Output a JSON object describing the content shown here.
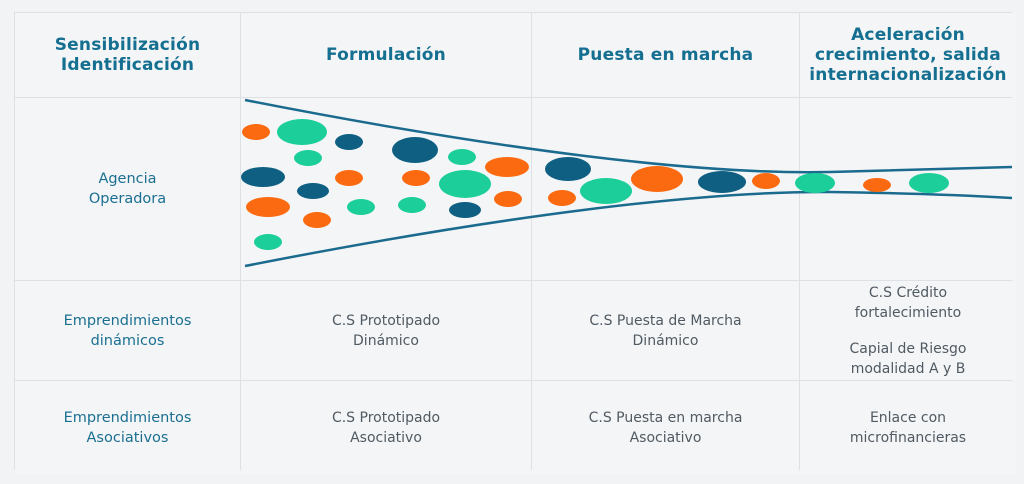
{
  "headers": [
    {
      "line1": "Sensibilización",
      "line2": "Identificación"
    },
    {
      "line1": "Formulación"
    },
    {
      "line1": "Puesta en marcha"
    },
    {
      "line1": "Aceleración",
      "line2": "crecimiento, salida",
      "line3": "internacionalización"
    }
  ],
  "rows": [
    {
      "label_line1": "Agencia",
      "label_line2": "Operadora"
    },
    {
      "label_line1": "Emprendimientos",
      "label_line2": "dinámicos",
      "cells": [
        {
          "line1": "C.S Prototipado",
          "line2": "Dinámico"
        },
        {
          "line1": "C.S Puesta de Marcha",
          "line2": "Dinámico"
        },
        {
          "a_line1": "C.S Crédito",
          "a_line2": "fortalecimiento",
          "b_line1": "Capial de Riesgo",
          "b_line2": "modalidad A y B"
        }
      ]
    },
    {
      "label_line1": "Emprendimientos",
      "label_line2": "Asociativos",
      "cells": [
        {
          "line1": "C.S Prototipado",
          "line2": "Asociativo"
        },
        {
          "line1": "C.S Puesta en marcha",
          "line2": "Asociativo"
        },
        {
          "line1": "Enlace con",
          "line2": "microfinancieras"
        }
      ]
    }
  ],
  "colors": {
    "header_text": "#156f90",
    "funnel_line": "#1b6b8f",
    "dark_blue": "#0e5f82",
    "green": "#1ccf9a",
    "orange": "#fb6a10"
  }
}
